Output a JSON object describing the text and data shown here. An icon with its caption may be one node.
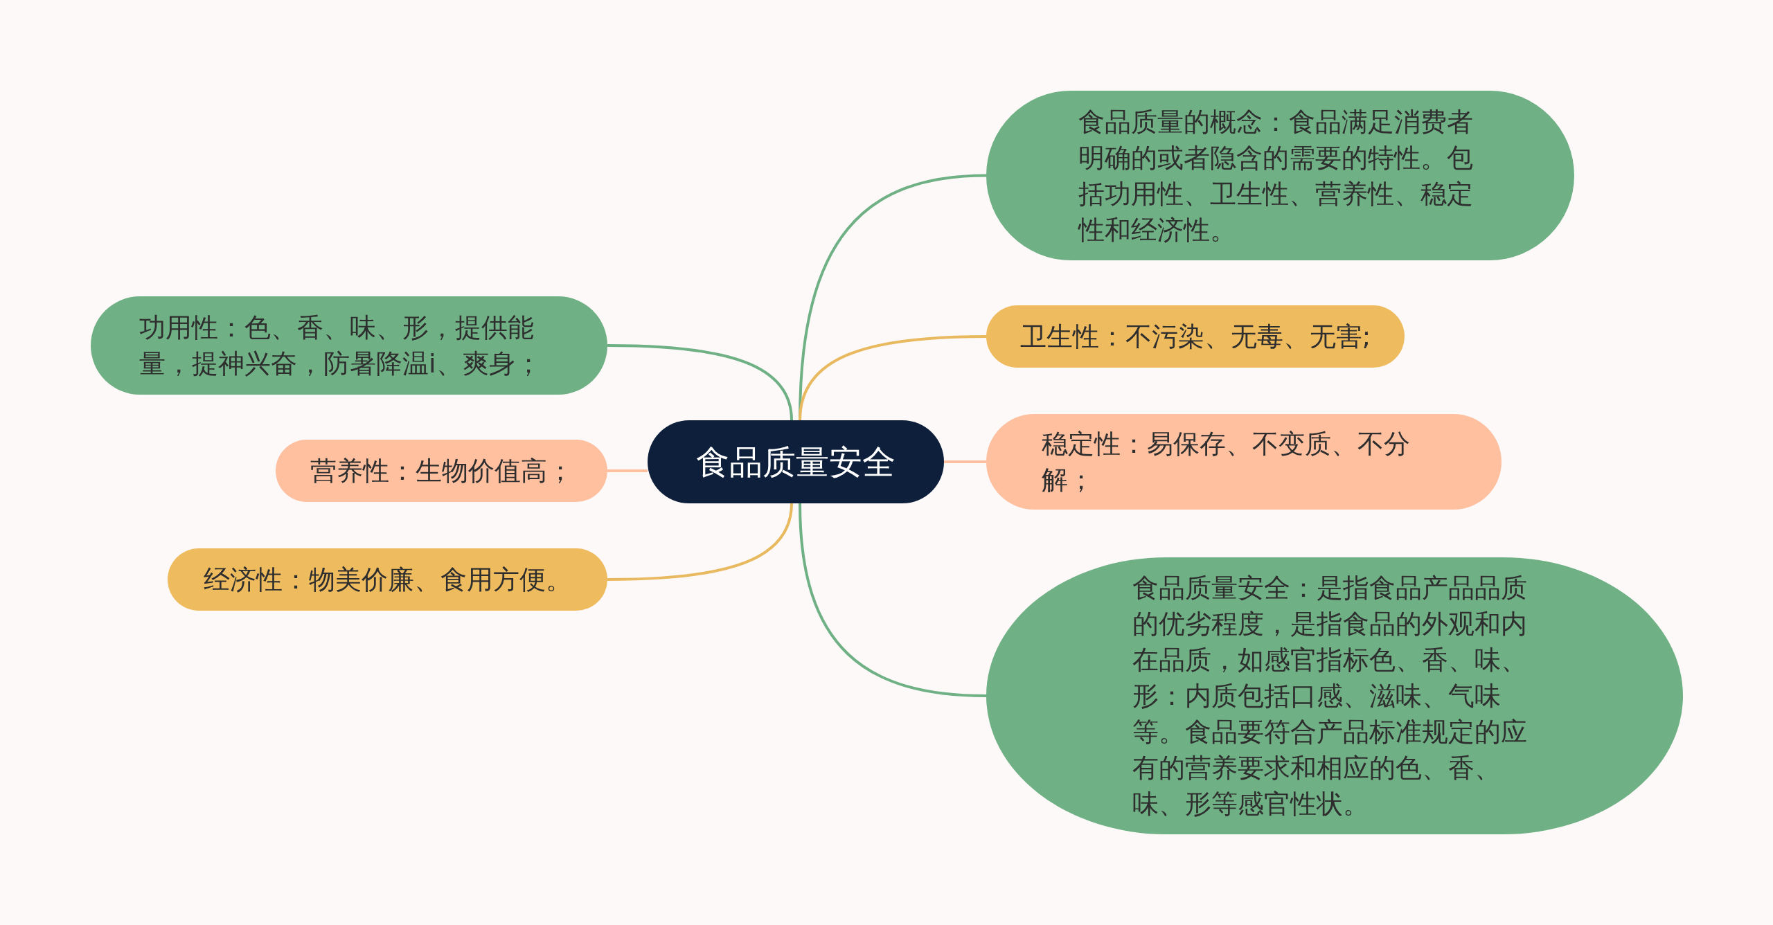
{
  "diagram": {
    "nodes": [
      {
        "text": [
          "食品质量安全"
        ]
      },
      {
        "text": [
          "食品质量的概念：食品满足消费者明确的或者隐含的需要的特性。包括功用性、卫生性、营养性、稳定性和经济性。"
        ]
      },
      {
        "text": [
          "卫生性：不污染、无毒、无害;"
        ]
      },
      {
        "text": [
          "稳定性：易保存、不变质、不分解；"
        ]
      },
      {
        "text": [
          "食品质量安全：是指食品产品品质的优劣程度，是指食品的外观和内在品质，如感官指标色、香、味、形：内质包括口感、滋味、气味等。食品要符合产品标准规定的应有的营养要求和相应的色、香、味、形等感官性状。"
        ]
      },
      {
        "text": [
          "功用性：色、香、味、形，提供能量，提神兴奋，防暑降温i、爽身；"
        ]
      },
      {
        "text": [
          "营养性：生物价值高；"
        ]
      },
      {
        "text": [
          "经济性：物美价廉、食用方便。"
        ]
      }
    ],
    "edges": [
      {
        "from": 0,
        "to": 1,
        "arrow": "none"
      },
      {
        "from": 0,
        "to": 2,
        "arrow": "none",
        "color": "#e8b95e"
      },
      {
        "from": 0,
        "to": 3,
        "arrow": "none",
        "color": "#ffc0a0"
      },
      {
        "from": 0,
        "to": 4,
        "arrow": "none"
      },
      {
        "from": 0,
        "to": 5,
        "arrow": "none"
      },
      {
        "from": 0,
        "to": 6,
        "arrow": "none",
        "color": "#ffc0a0"
      },
      {
        "from": 0,
        "to": 7,
        "arrow": "none",
        "color": "#e8b95e"
      }
    ]
  }
}
